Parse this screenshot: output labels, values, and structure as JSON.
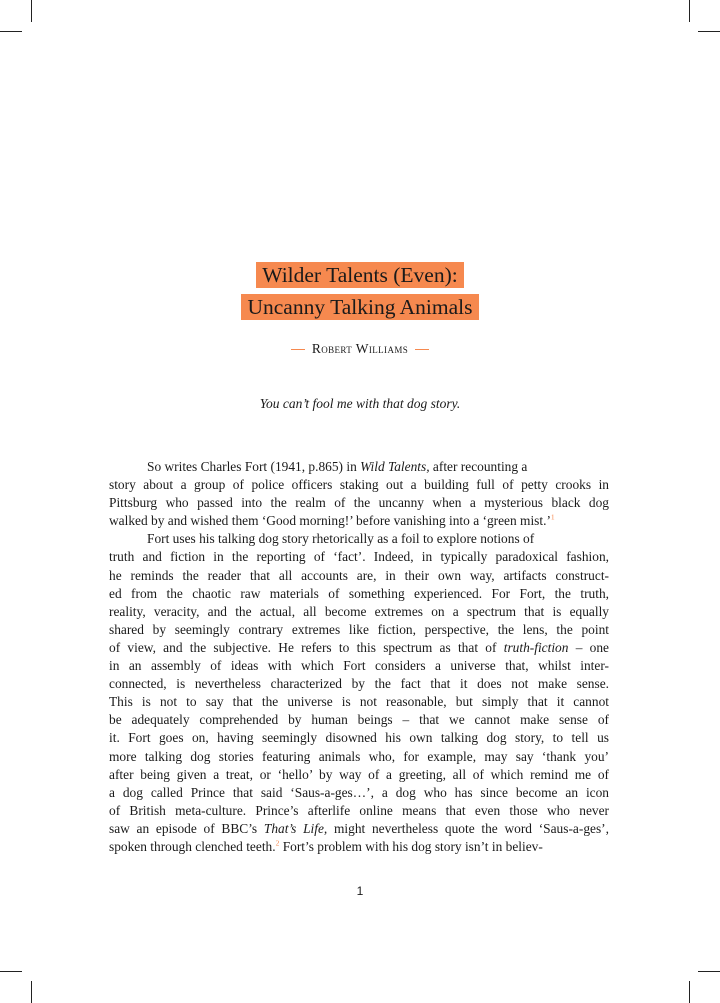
{
  "title_lines": [
    "Wilder Talents (Even):",
    "Uncanny Talking Animals"
  ],
  "author": "Robert Williams",
  "epigraph": "You can’t fool me with that dog story.",
  "body": {
    "p1_l1": "So writes Charles Fort (1941, p.865) in ",
    "p1_l1_book": "Wild Talents,",
    "p1_l1_end": " after recounting a",
    "p1_l2": "story about a group of police officers staking out a building full of petty crooks in",
    "p1_l3": "Pittsburg who passed into the realm of the uncanny when a mysterious black dog",
    "p1_l4": "walked by and wished them ‘Good morning!’ before vanishing into a ‘green mist.’",
    "fn1": "1",
    "p2_l1": "Fort uses his talking dog story rhetorically as a foil to explore notions of",
    "p2_l2": "truth and fiction in the reporting of ‘fact’. Indeed, in typically paradoxical fashion,",
    "p2_l3": "he reminds the reader that all accounts are, in their own way, artifacts construct-",
    "p2_l4": "ed from the chaotic raw materials of something experienced. For Fort, the truth,",
    "p2_l5": "reality, veracity, and the actual, all become extremes on a spectrum that is equally",
    "p2_l6": "shared by seemingly contrary extremes like fiction, perspective, the lens, the point",
    "p2_l7a": "of view, and the subjective. He refers to this spectrum as that of ",
    "p2_l7_em": "truth-fiction",
    "p2_l7b": " – one",
    "p2_l8": "in an assembly of ideas with which Fort considers a universe that, whilst inter-",
    "p2_l9": "connected, is nevertheless characterized by the fact that it does not make sense.",
    "p2_l10": "This is not to say that the universe is not reasonable, but simply that it cannot",
    "p2_l11": "be adequately comprehended by human beings – that we cannot make sense of",
    "p2_l12": "it. Fort goes on, having seemingly disowned his own talking dog story, to tell us",
    "p2_l13": "more talking dog stories featuring animals who, for example, may say ‘thank you’",
    "p2_l14": "after being given a treat, or ‘hello’ by way of a greeting, all of which remind me of",
    "p2_l15": "a dog called Prince that said ‘Saus-a-ges…’, a dog who has since become an icon",
    "p2_l16": "of British meta-culture. Prince’s afterlife online means that even those who never",
    "p2_l17a": "saw an episode of BBC’s ",
    "p2_l17_em": "That’s Life,",
    "p2_l17b": " might nevertheless quote the word ‘Saus-a-ges’,",
    "p2_l18a": "spoken through clenched teeth.",
    "fn2": "2",
    "p2_l18b": " Fort’s problem with his dog story isn’t in believ-"
  },
  "page_number": "1",
  "colors": {
    "accent": "#f6894f",
    "text": "#1a1a1a"
  }
}
